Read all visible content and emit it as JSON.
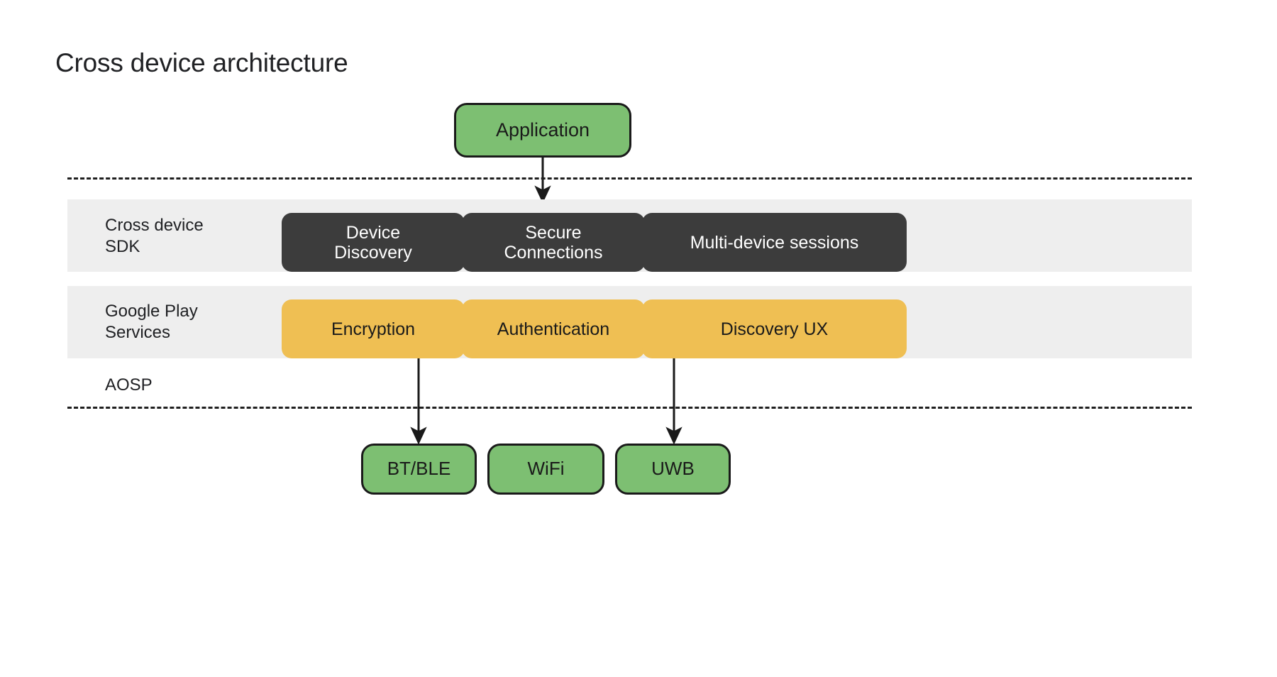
{
  "page": {
    "title": "Cross device architecture",
    "background_color": "#ffffff"
  },
  "colors": {
    "green": "#7DBF72",
    "dark": "#3c3c3c",
    "orange": "#EFBF53",
    "band_gray": "#eeeeee",
    "stroke": "#1a1a1a",
    "text_dark": "#202124",
    "text_light": "#ffffff"
  },
  "top": {
    "application": "Application"
  },
  "layers": [
    {
      "id": "cross-device-sdk",
      "label": "Cross device\nSDK",
      "style": "dark",
      "nodes": [
        {
          "id": "device-discovery",
          "label": "Device\nDiscovery"
        },
        {
          "id": "secure-connections",
          "label": "Secure\nConnections"
        },
        {
          "id": "multi-device-sessions",
          "label": "Multi-device sessions"
        }
      ]
    },
    {
      "id": "google-play-services",
      "label": "Google Play\nServices",
      "style": "orange",
      "nodes": [
        {
          "id": "encryption",
          "label": "Encryption"
        },
        {
          "id": "authentication",
          "label": "Authentication"
        },
        {
          "id": "discovery-ux",
          "label": "Discovery UX"
        }
      ]
    }
  ],
  "aosp": {
    "label": "AOSP",
    "nodes": [
      {
        "id": "bt-ble",
        "label": "BT/BLE"
      },
      {
        "id": "wifi",
        "label": "WiFi"
      },
      {
        "id": "uwb",
        "label": "UWB"
      }
    ]
  },
  "connectors": [
    {
      "id": "application-to-sdk",
      "from": "application",
      "to": "cross-device-sdk"
    },
    {
      "id": "encryption-to-bt-ble",
      "from": "encryption",
      "to": "bt-ble"
    },
    {
      "id": "discovery-ux-to-uwb",
      "from": "discovery-ux",
      "to": "uwb"
    }
  ],
  "separators": [
    {
      "id": "boundary-above-sdk",
      "style": "dashed"
    },
    {
      "id": "boundary-below-aosp",
      "style": "dashed"
    }
  ]
}
